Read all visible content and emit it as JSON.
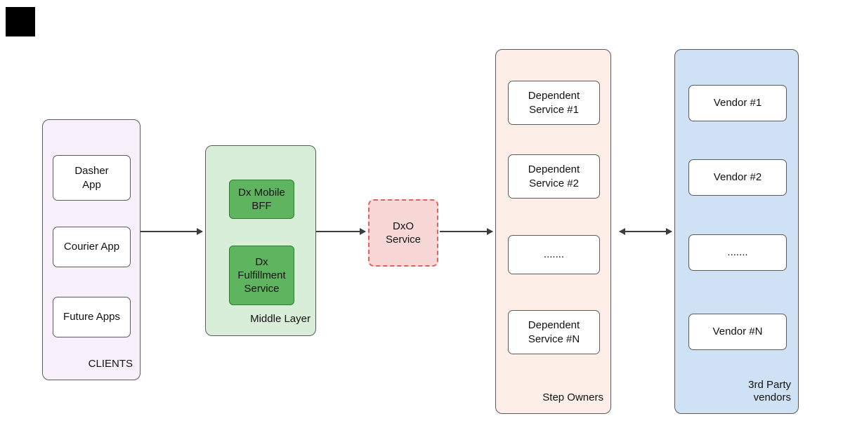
{
  "diagram": {
    "clients": {
      "label": "CLIENTS",
      "items": [
        "Dasher\nApp",
        "Courier App",
        "Future Apps"
      ]
    },
    "middle_layer": {
      "label": "Middle Layer",
      "items": [
        "Dx Mobile\nBFF",
        "Dx\nFulfillment\nService"
      ]
    },
    "dxo_service": {
      "label": "DxO\nService"
    },
    "step_owners": {
      "label": "Step Owners",
      "items": [
        "Dependent\nService #1",
        "Dependent\nService #2",
        ".......",
        "Dependent\nService #N"
      ]
    },
    "vendors": {
      "label": "3rd Party\nvendors",
      "items": [
        "Vendor #1",
        "Vendor #2",
        ".......",
        "Vendor #N"
      ]
    },
    "colors": {
      "clients_fill": "#f7f0fb",
      "middle_fill": "#d8eed8",
      "middle_node_fill": "#5fb45f",
      "middle_node_border": "#2e7d32",
      "dxo_fill": "#f8d7d7",
      "dxo_border": "#e06060",
      "step_owners_fill": "#fdeee8",
      "vendors_fill": "#cfe2f5",
      "box_border": "#5b5b5b",
      "arrow": "#3d3d3d"
    }
  }
}
